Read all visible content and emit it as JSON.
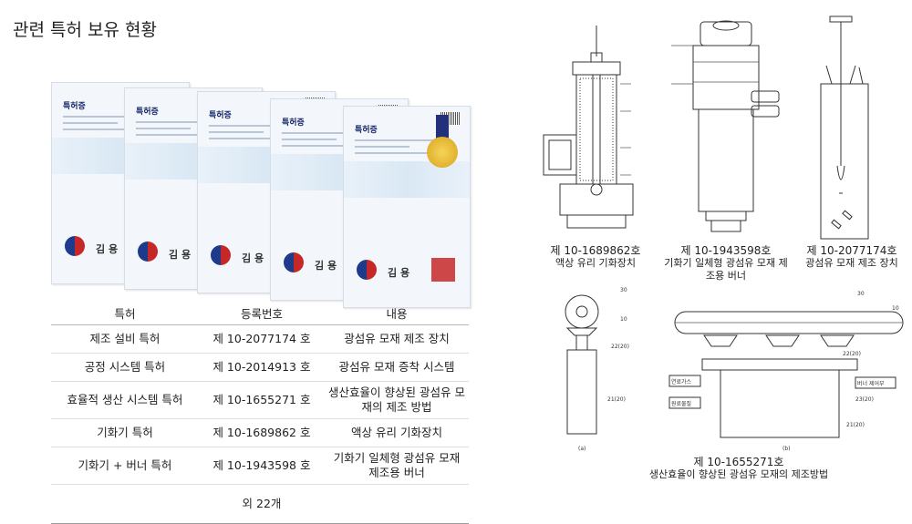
{
  "page_title": "관련 특허 보유 현황",
  "certificates": {
    "head": "특허증",
    "signature": "김 용"
  },
  "table": {
    "headers": [
      "특허",
      "등록번호",
      "내용"
    ],
    "rows": [
      {
        "type": "제조 설비 특허",
        "number": "제 10-2077174 호",
        "content": "광섬유 모재 제조 장치"
      },
      {
        "type": "공정 시스템 특허",
        "number": "제 10-2014913 호",
        "content": "광섬유 모재 증착 시스템"
      },
      {
        "type": "효율적 생산 시스템 특허",
        "number": "제 10-1655271 호",
        "content": "생산효율이 향상된 광섬유 모재의 제조 방법"
      },
      {
        "type": "기화기 특허",
        "number": "제 10-1689862 호",
        "content": "액상 유리 기화장치"
      },
      {
        "type": "기화기 + 버너 특허",
        "number": "제 10-1943598 호",
        "content": "기화기 일체형 광섬유 모재 제조용 버너"
      }
    ],
    "more": "외 22개"
  },
  "figures": [
    {
      "number": "제 10-1689862호",
      "caption": "액상 유리 기화장치"
    },
    {
      "number": "제 10-1943598호",
      "caption": "기화기 일체형 광섬유 모재 제조용 버너"
    },
    {
      "number": "제 10-2077174호",
      "caption": "광섬유 모재 제조 장치"
    },
    {
      "number": "제 10-1655271호",
      "caption": "생산효율이 향상된 광섬유 모재의 제조방법"
    }
  ],
  "figure_labels": {
    "fig_a": "(a)",
    "fig_b": "(b)",
    "box_fuel": "연료가스",
    "box_raw": "원료물질",
    "box_burner": "버너 제어부",
    "n30": "30",
    "n10": "10",
    "n22": "22(20)",
    "n21": "21(20)",
    "n23": "23(20)"
  }
}
